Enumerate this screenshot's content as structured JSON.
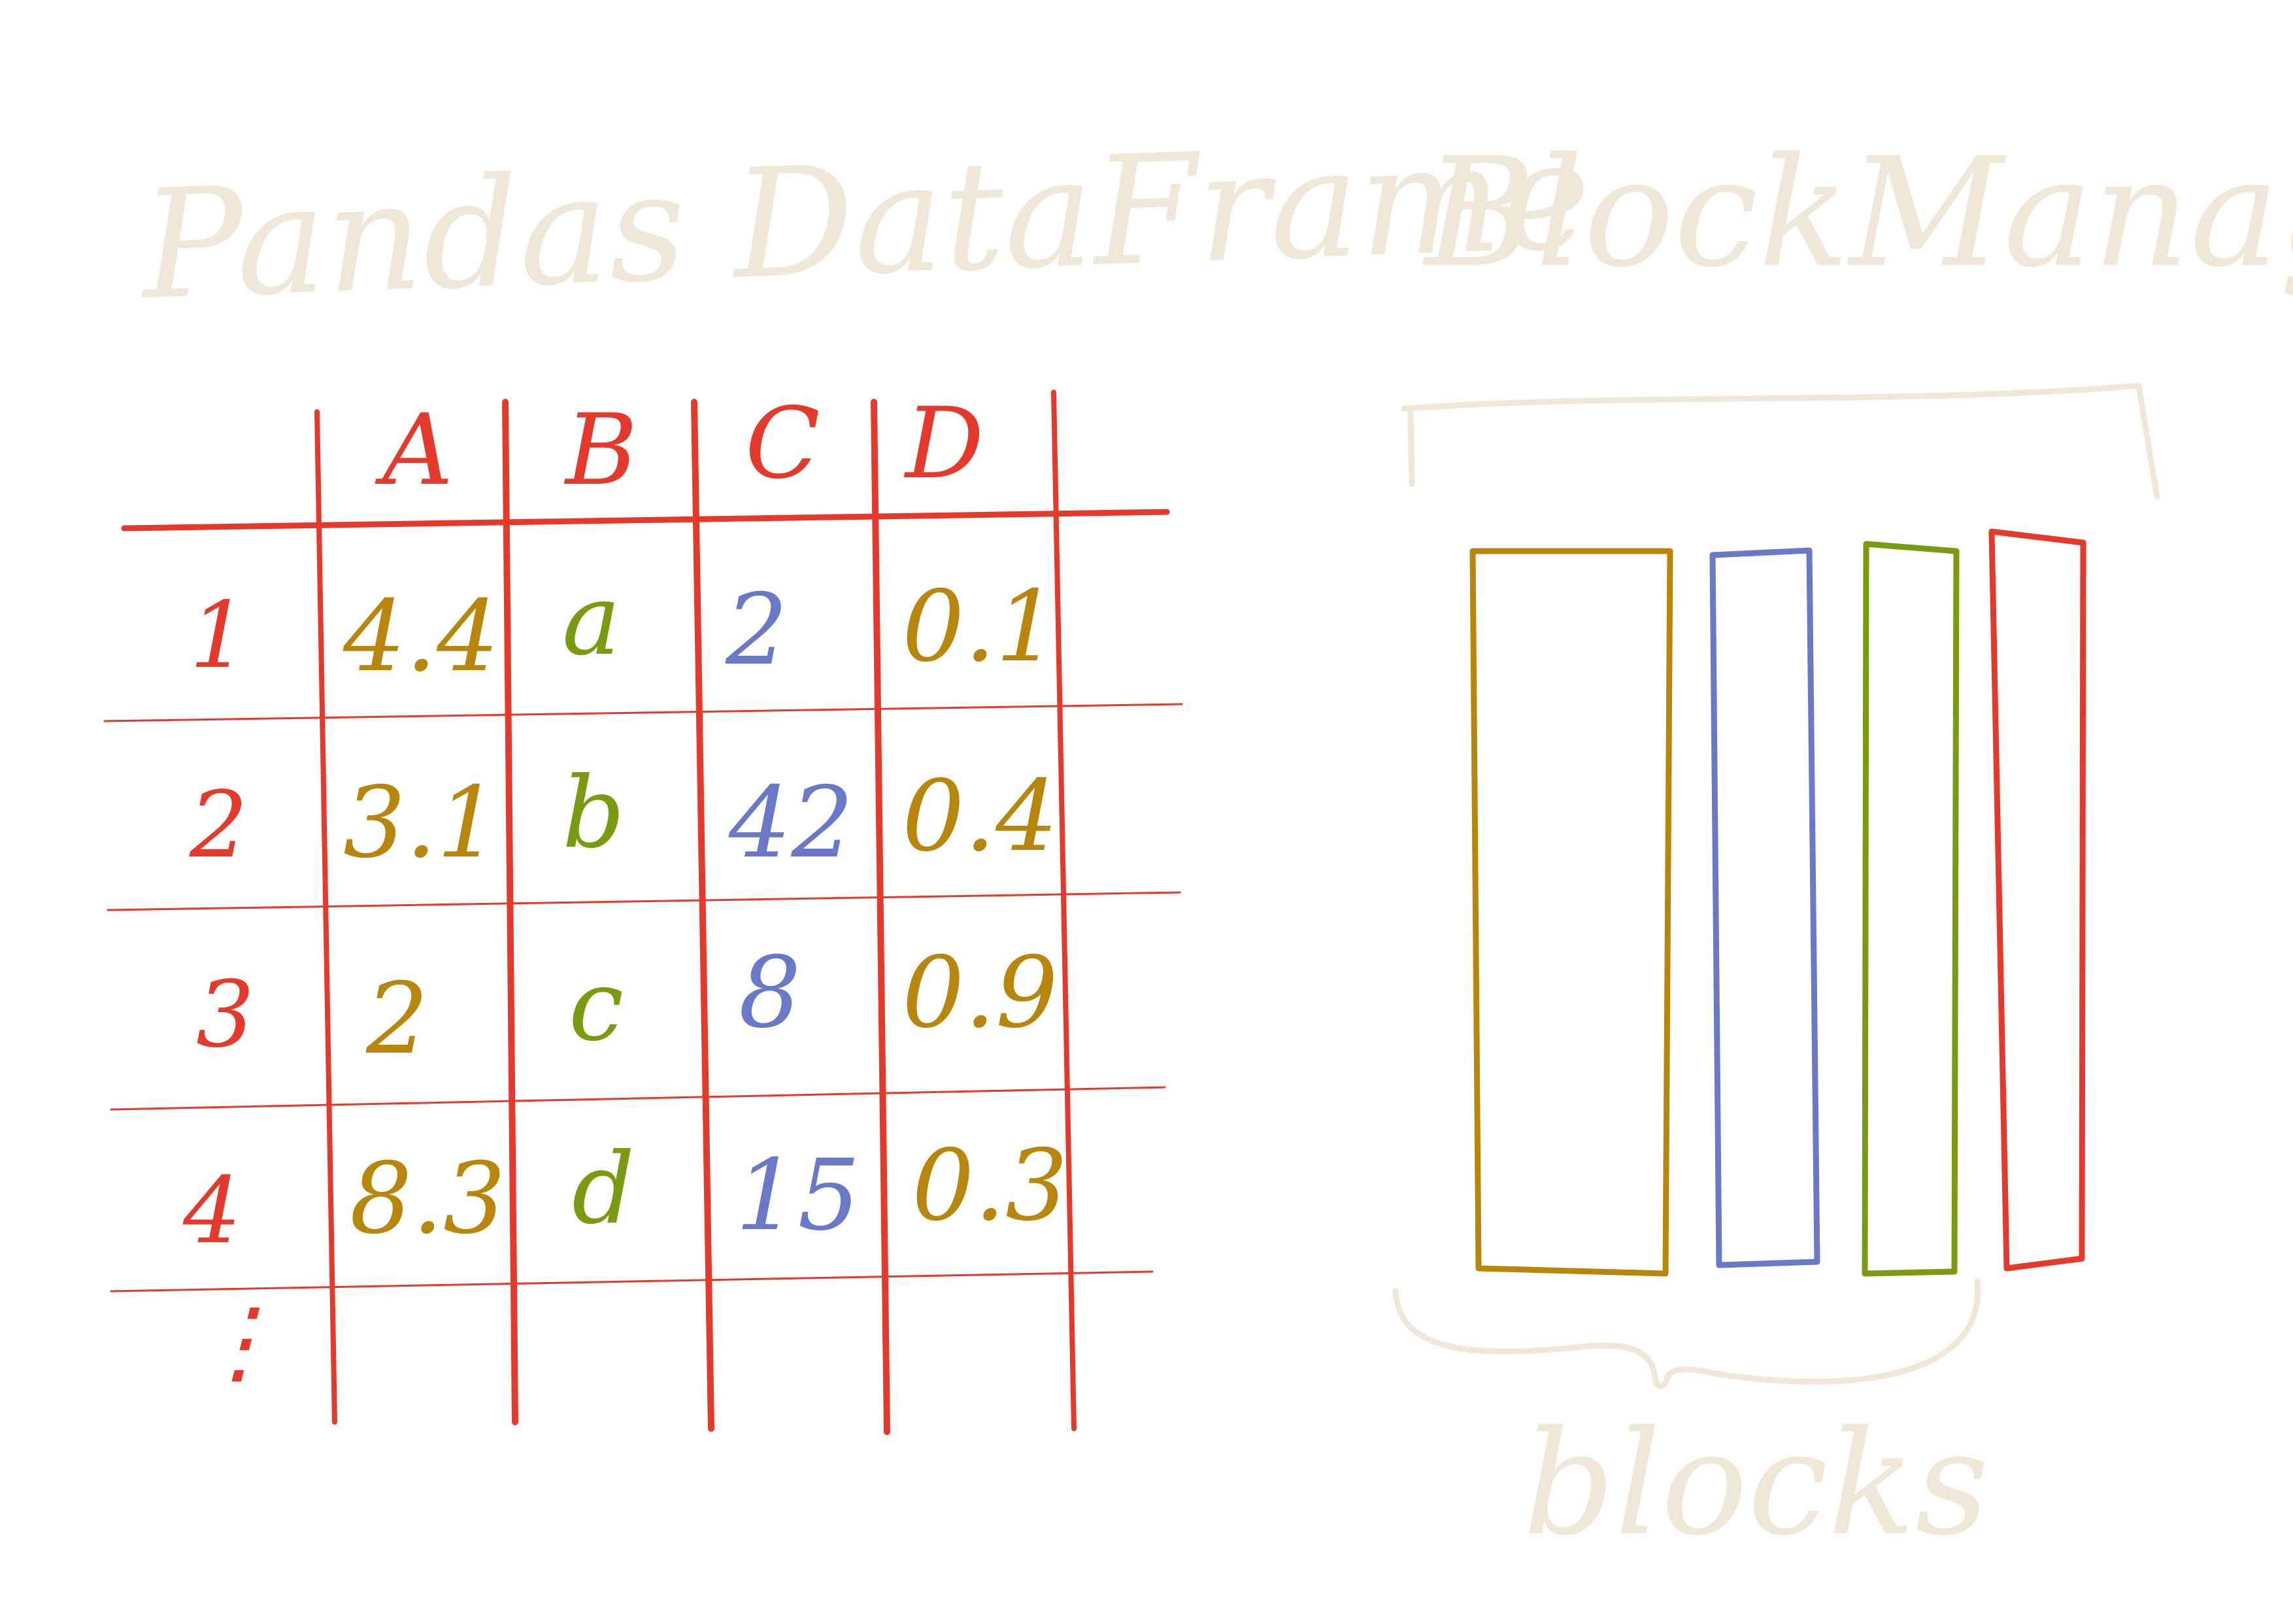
{
  "left_title": "Pandas DataFrame",
  "right_title": "BlockManager",
  "bottom_label": "blocks",
  "columns": [
    "A",
    "B",
    "C",
    "D"
  ],
  "rows": [
    {
      "label": "1",
      "cells": [
        "4.4",
        "a",
        "2",
        "0.1"
      ]
    },
    {
      "label": "2",
      "cells": [
        "3.1",
        "b",
        "42",
        "0.4"
      ]
    },
    {
      "label": "3",
      "cells": [
        "2",
        "c",
        "8",
        "0.9"
      ]
    },
    {
      "label": "4",
      "cells": [
        "8.3",
        "d",
        "15",
        "0.3"
      ]
    }
  ],
  "ellipsis": "⋮",
  "colors": {
    "grid": "#e5392b",
    "title": "#efe8d8",
    "column_A": "#b8860b",
    "column_B": "#7a9a10",
    "column_C": "#6a78c8",
    "column_D": "#b8860b",
    "block_1": "#b8860b",
    "block_2": "#6a78c8",
    "block_3": "#7a9a10",
    "block_4": "#e5392b"
  }
}
